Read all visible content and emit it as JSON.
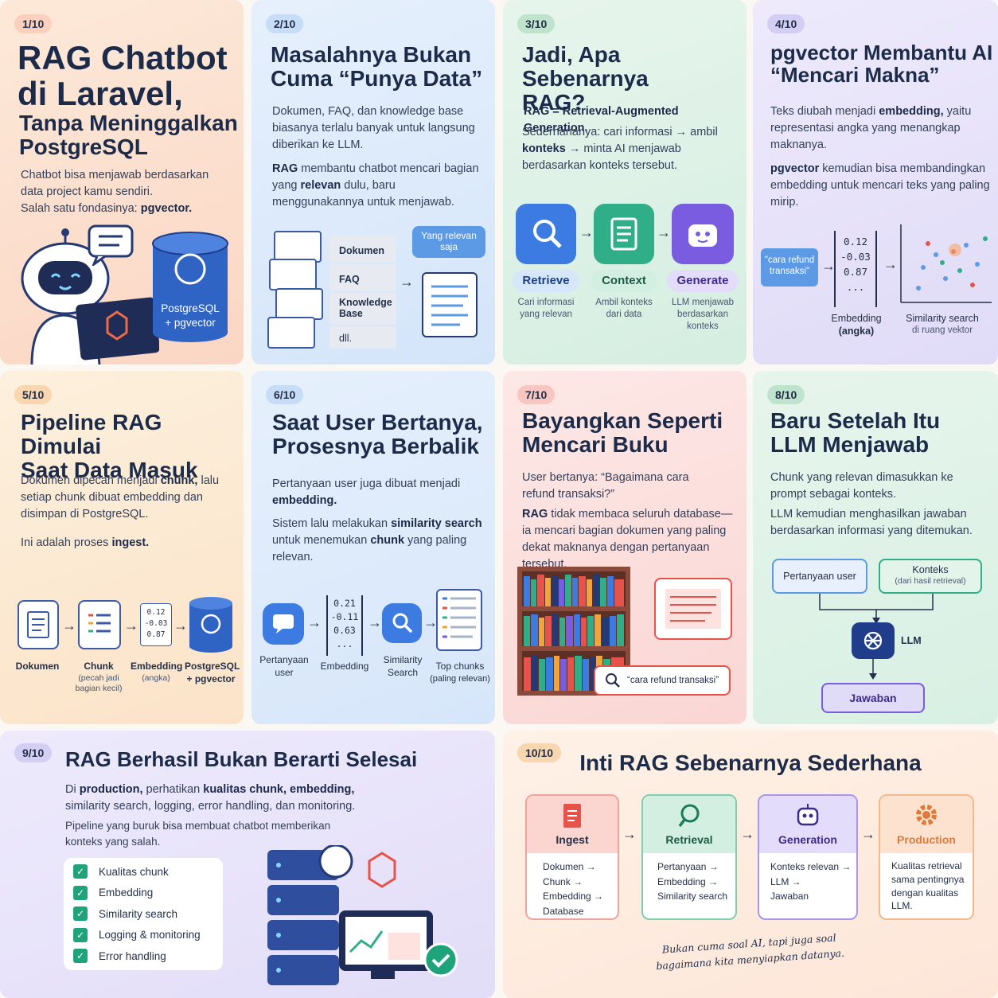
{
  "slides": [
    {
      "num": "1/10",
      "title1": "RAG Chatbot",
      "title2": "di Laravel,",
      "title3": "Tanpa Meninggalkan",
      "title4": "PostgreSQL",
      "p1": "Chatbot bisa menjawab berdasarkan",
      "p2": "data project kamu sendiri.",
      "p3": "Salah satu fondasinya:",
      "p3b": "pgvector.",
      "db1": "PostgreSQL",
      "db2": "+ pgvector"
    },
    {
      "num": "2/10",
      "title1": "Masalahnya Bukan",
      "title2": "Cuma “Punya Data”",
      "p1": "Dokumen, FAQ, dan knowledge base biasanya terlalu banyak untuk langsung diberikan ke LLM.",
      "p2a": "RAG",
      "p2b": " membantu chatbot mencari bagian yang ",
      "p2c": "relevan",
      "p2d": " dulu, baru menggunakannya untuk menjawab.",
      "items": [
        "Dokumen",
        "FAQ",
        "Knowledge Base",
        "dll."
      ],
      "tag1": "Yang relevan",
      "tag2": "saja"
    },
    {
      "num": "3/10",
      "title1": "Jadi, Apa Sebenarnya",
      "title2": "RAG?",
      "p1a": "RAG = ",
      "p1b": "Retrieval-Augmented Generation.",
      "p2a": "Sederhananya: cari informasi → ambil ",
      "p2b": "konteks",
      "p2c": " → minta AI menjawab berdasarkan konteks tersebut.",
      "steps": [
        {
          "label": "Retrieve",
          "desc": "Cari informasi yang relevan"
        },
        {
          "label": "Context",
          "desc": "Ambil konteks dari data"
        },
        {
          "label": "Generate",
          "desc": "LLM menjawab berdasarkan konteks"
        }
      ]
    },
    {
      "num": "4/10",
      "title1": "pgvector Membantu AI",
      "title2": "“Mencari Makna”",
      "p1a": "Teks diubah menjadi ",
      "p1b": "embedding,",
      "p1c": " yaitu representasi angka yang menangkap maknanya.",
      "p2a": "pgvector",
      "p2b": " kemudian bisa membandingkan embedding untuk mencari teks yang paling mirip.",
      "query": "\"cara refund transaksi\"",
      "vec": [
        "0.12",
        "-0.03",
        "0.87",
        "..."
      ],
      "l1": "Embedding",
      "l1b": "(angka)",
      "l2": "Similarity search",
      "l2b": "di ruang vektor"
    },
    {
      "num": "5/10",
      "title1": "Pipeline RAG Dimulai",
      "title2": "Saat Data Masuk",
      "p1a": "Dokumen dipecah menjadi ",
      "p1b": "chunk,",
      "p1c": " lalu setiap chunk dibuat embedding dan disimpan di PostgreSQL.",
      "p2a": "Ini adalah proses ",
      "p2b": "ingest.",
      "vec": [
        "0.12",
        "-0.03",
        "0.87"
      ],
      "steps": [
        {
          "label": "Dokumen",
          "sub": ""
        },
        {
          "label": "Chunk",
          "sub": "(pecah jadi bagian kecil)"
        },
        {
          "label": "Embedding",
          "sub": "(angka)"
        },
        {
          "label": "PostgreSQL + pgvector",
          "sub": ""
        }
      ]
    },
    {
      "num": "6/10",
      "title1": "Saat User Bertanya,",
      "title2": "Prosesnya Berbalik",
      "p1a": "Pertanyaan user juga dibuat menjadi ",
      "p1b": "embedding.",
      "p2a": "Sistem lalu melakukan ",
      "p2b": "similarity search",
      "p2c": " untuk menemukan ",
      "p2d": "chunk",
      "p2e": " yang paling relevan.",
      "vec": [
        "0.21",
        "-0.11",
        "0.63",
        "..."
      ],
      "steps": [
        {
          "label": "Pertanyaan user"
        },
        {
          "label": "Embedding"
        },
        {
          "label": "Similarity Search"
        },
        {
          "label": "Top chunks",
          "sub": "(paling relevan)"
        }
      ]
    },
    {
      "num": "7/10",
      "title1": "Bayangkan Seperti",
      "title2": "Mencari Buku",
      "p1": "User bertanya: “Bagaimana cara refund transaksi?”",
      "p2a": "RAG",
      "p2b": " tidak membaca seluruh database—ia mencari bagian dokumen yang paling dekat maknanya dengan pertanyaan tersebut.",
      "search": "“cara refund transaksi”"
    },
    {
      "num": "8/10",
      "title1": "Baru Setelah Itu",
      "title2": "LLM Menjawab",
      "p1": "Chunk yang relevan dimasukkan ke prompt sebagai konteks.",
      "p2": "LLM kemudian menghasilkan jawaban berdasarkan informasi yang ditemukan.",
      "b1": "Pertanyaan user",
      "b2": "Konteks",
      "b2sub": "(dari hasil retrieval)",
      "llm": "LLM",
      "ans": "Jawaban"
    },
    {
      "num": "9/10",
      "title": "RAG Berhasil Bukan Berarti Selesai",
      "p1a": "Di ",
      "p1b": "production,",
      "p1c": " perhatikan ",
      "p1d": "kualitas chunk, embedding,",
      "p1e": " similarity search, logging, error handling, dan monitoring.",
      "p2": "Pipeline yang buruk bisa membuat chatbot memberikan konteks yang salah.",
      "checks": [
        "Kualitas chunk",
        "Embedding",
        "Similarity search",
        "Logging & monitoring",
        "Error handling"
      ]
    },
    {
      "num": "10/10",
      "title": "Inti RAG Sebenarnya Sederhana",
      "cols": [
        {
          "title": "Ingest",
          "lines": [
            "Dokumen →",
            "Chunk →",
            "Embedding →",
            "Database"
          ]
        },
        {
          "title": "Retrieval",
          "lines": [
            "Pertanyaan →",
            "Embedding →",
            "Similarity search"
          ]
        },
        {
          "title": "Generation",
          "lines": [
            "Konteks relevan →",
            "LLM →",
            "Jawaban"
          ]
        },
        {
          "title": "Production",
          "lines": [
            "Kualitas retrieval",
            "sama pentingnya",
            "dengan kualitas",
            "LLM."
          ]
        }
      ],
      "note1": "Bukan cuma soal AI, tapi juga soal",
      "note2": "bagaimana kita menyiapkan datanya."
    }
  ]
}
